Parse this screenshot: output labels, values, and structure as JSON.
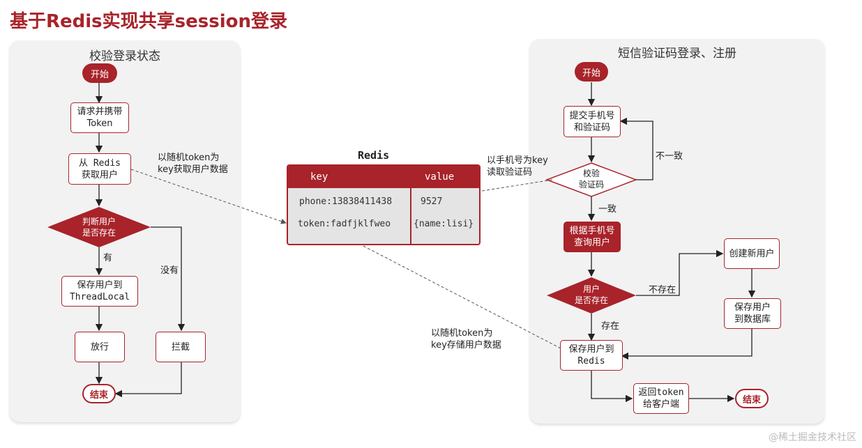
{
  "title": "基于Redis实现共享session登录",
  "left_panel": {
    "title": "校验登录状态",
    "start": "开始",
    "step1": "请求并携带\nToken",
    "step2": "从 Redis\n获取用户",
    "decision": "判断用户\n是否存在",
    "yes_label": "有",
    "no_label": "没有",
    "save": "保存用户到\nThreadLocal",
    "pass": "放行",
    "block": "拦截",
    "end": "结束"
  },
  "redis": {
    "title": "Redis",
    "col_key": "key",
    "col_value": "value",
    "rows": [
      {
        "key": "phone:13838411438",
        "value": "9527"
      },
      {
        "key": "token:fadfjklfweo",
        "value": "{name:lisi}"
      }
    ]
  },
  "annotations": {
    "get_by_token": "以随机token为\nkey获取用户数据",
    "read_code": "以手机号为key\n读取验证码",
    "store_by_token": "以随机token为\nkey存储用户数据"
  },
  "right_panel": {
    "title": "短信验证码登录、注册",
    "start": "开始",
    "submit": "提交手机号\n和验证码",
    "verify": "校验\n验证码",
    "mismatch": "不一致",
    "match": "一致",
    "query": "根据手机号\n查询用户",
    "exists_decision": "用户\n是否存在",
    "not_exist": "不存在",
    "exist": "存在",
    "create": "创建新用户",
    "save_db": "保存用户\n到数据库",
    "save_redis": "保存用户到\nRedis",
    "return_token": "返回token\n给客户端",
    "end": "结束"
  },
  "watermark": "@稀土掘金技术社区",
  "colors": {
    "accent": "#a8232a",
    "panel": "#f2f2f2"
  }
}
